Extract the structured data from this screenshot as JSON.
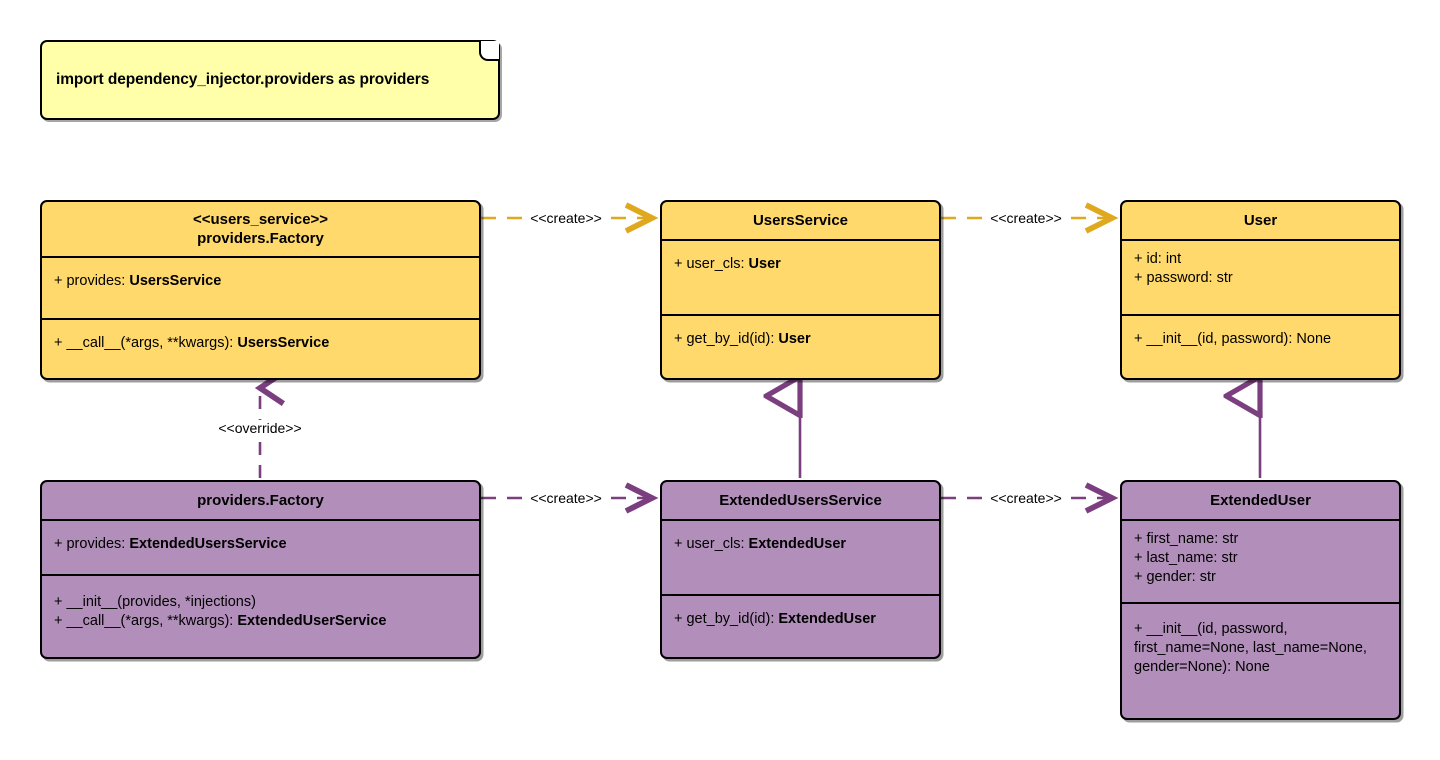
{
  "diagram": {
    "title": "Dependency Injector providers UML class diagram",
    "colors": {
      "yellow_fill": "#ffd96b",
      "purple_fill": "#b28fba",
      "note_fill": "#ffffaa",
      "yellow_edge": "#e0a81e",
      "purple_edge": "#7b3f7f",
      "stroke": "#000000"
    }
  },
  "note": {
    "text": "import dependency_injector.providers as providers"
  },
  "classes": {
    "users_service_factory": {
      "stereotype": "<<users_service>>",
      "name": "providers.Factory",
      "attributes": [
        {
          "prefix": "+ provides: ",
          "bold": "UsersService"
        }
      ],
      "operations": [
        {
          "prefix": "+ __call__(*args, **kwargs): ",
          "bold": "UsersService"
        }
      ]
    },
    "users_service": {
      "stereotype": "",
      "name": "UsersService",
      "attributes": [
        {
          "prefix": "+ user_cls: ",
          "bold": "User"
        }
      ],
      "operations": [
        {
          "prefix": "+ get_by_id(id): ",
          "bold": "User"
        }
      ]
    },
    "user": {
      "stereotype": "",
      "name": "User",
      "attributes": [
        {
          "prefix": "+ id: int",
          "bold": ""
        },
        {
          "prefix": "+ password: str",
          "bold": ""
        }
      ],
      "operations": [
        {
          "prefix": "+ __init__(id, password): None",
          "bold": ""
        }
      ]
    },
    "extended_factory": {
      "stereotype": "",
      "name": "providers.Factory",
      "attributes": [
        {
          "prefix": "+ provides: ",
          "bold": "ExtendedUsersService"
        }
      ],
      "operations": [
        {
          "prefix": "+ __init__(provides, *injections)",
          "bold": ""
        },
        {
          "prefix": "+ __call__(*args, **kwargs): ",
          "bold": "ExtendedUserService"
        }
      ]
    },
    "extended_users_service": {
      "stereotype": "",
      "name": "ExtendedUsersService",
      "attributes": [
        {
          "prefix": "+ user_cls: ",
          "bold": "ExtendedUser"
        }
      ],
      "operations": [
        {
          "prefix": "+ get_by_id(id): ",
          "bold": "ExtendedUser"
        }
      ]
    },
    "extended_user": {
      "stereotype": "",
      "name": "ExtendedUser",
      "attributes": [
        {
          "prefix": "+ first_name: str",
          "bold": ""
        },
        {
          "prefix": "+ last_name: str",
          "bold": ""
        },
        {
          "prefix": "+ gender: str",
          "bold": ""
        }
      ],
      "operations": [
        {
          "prefix": "+ __init__(id, password, first_name=None, last_name=None, gender=None): None",
          "bold": ""
        }
      ]
    }
  },
  "edges": {
    "create_top_left": {
      "label": "<<create>>"
    },
    "create_top_right": {
      "label": "<<create>>"
    },
    "create_bottom_left": {
      "label": "<<create>>"
    },
    "create_bottom_right": {
      "label": "<<create>>"
    },
    "override": {
      "label": "<<override>>"
    }
  }
}
